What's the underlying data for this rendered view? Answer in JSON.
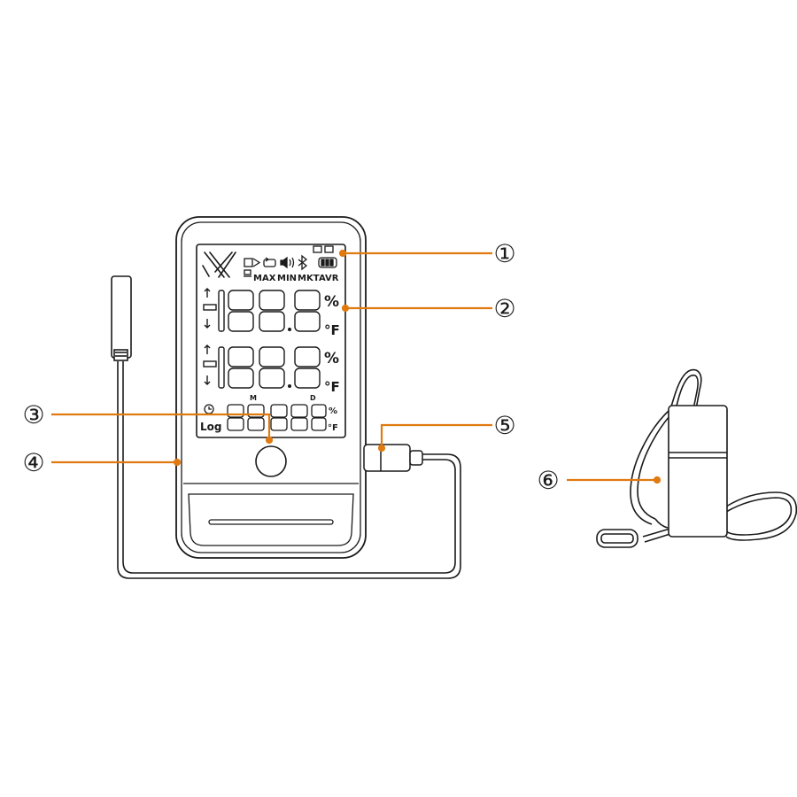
{
  "colors": {
    "accent": "#e07a10",
    "line": "#1a1a1a",
    "background": "#ffffff"
  },
  "device": {
    "indicators": [
      "MAX",
      "MIN",
      "MKT",
      "AVR"
    ],
    "row1_unit_top": "%",
    "row1_unit_bottom": "°F",
    "row2_unit_top": "%",
    "row2_unit_bottom": "°F",
    "log_label": "Log",
    "month_marker": "M",
    "day_marker": "D",
    "row3_unit_top": "%",
    "row3_unit_bottom": "°F"
  },
  "callouts": [
    {
      "label": "①"
    },
    {
      "label": "②"
    },
    {
      "label": "③"
    },
    {
      "label": "④"
    },
    {
      "label": "⑤"
    },
    {
      "label": "⑥"
    }
  ]
}
